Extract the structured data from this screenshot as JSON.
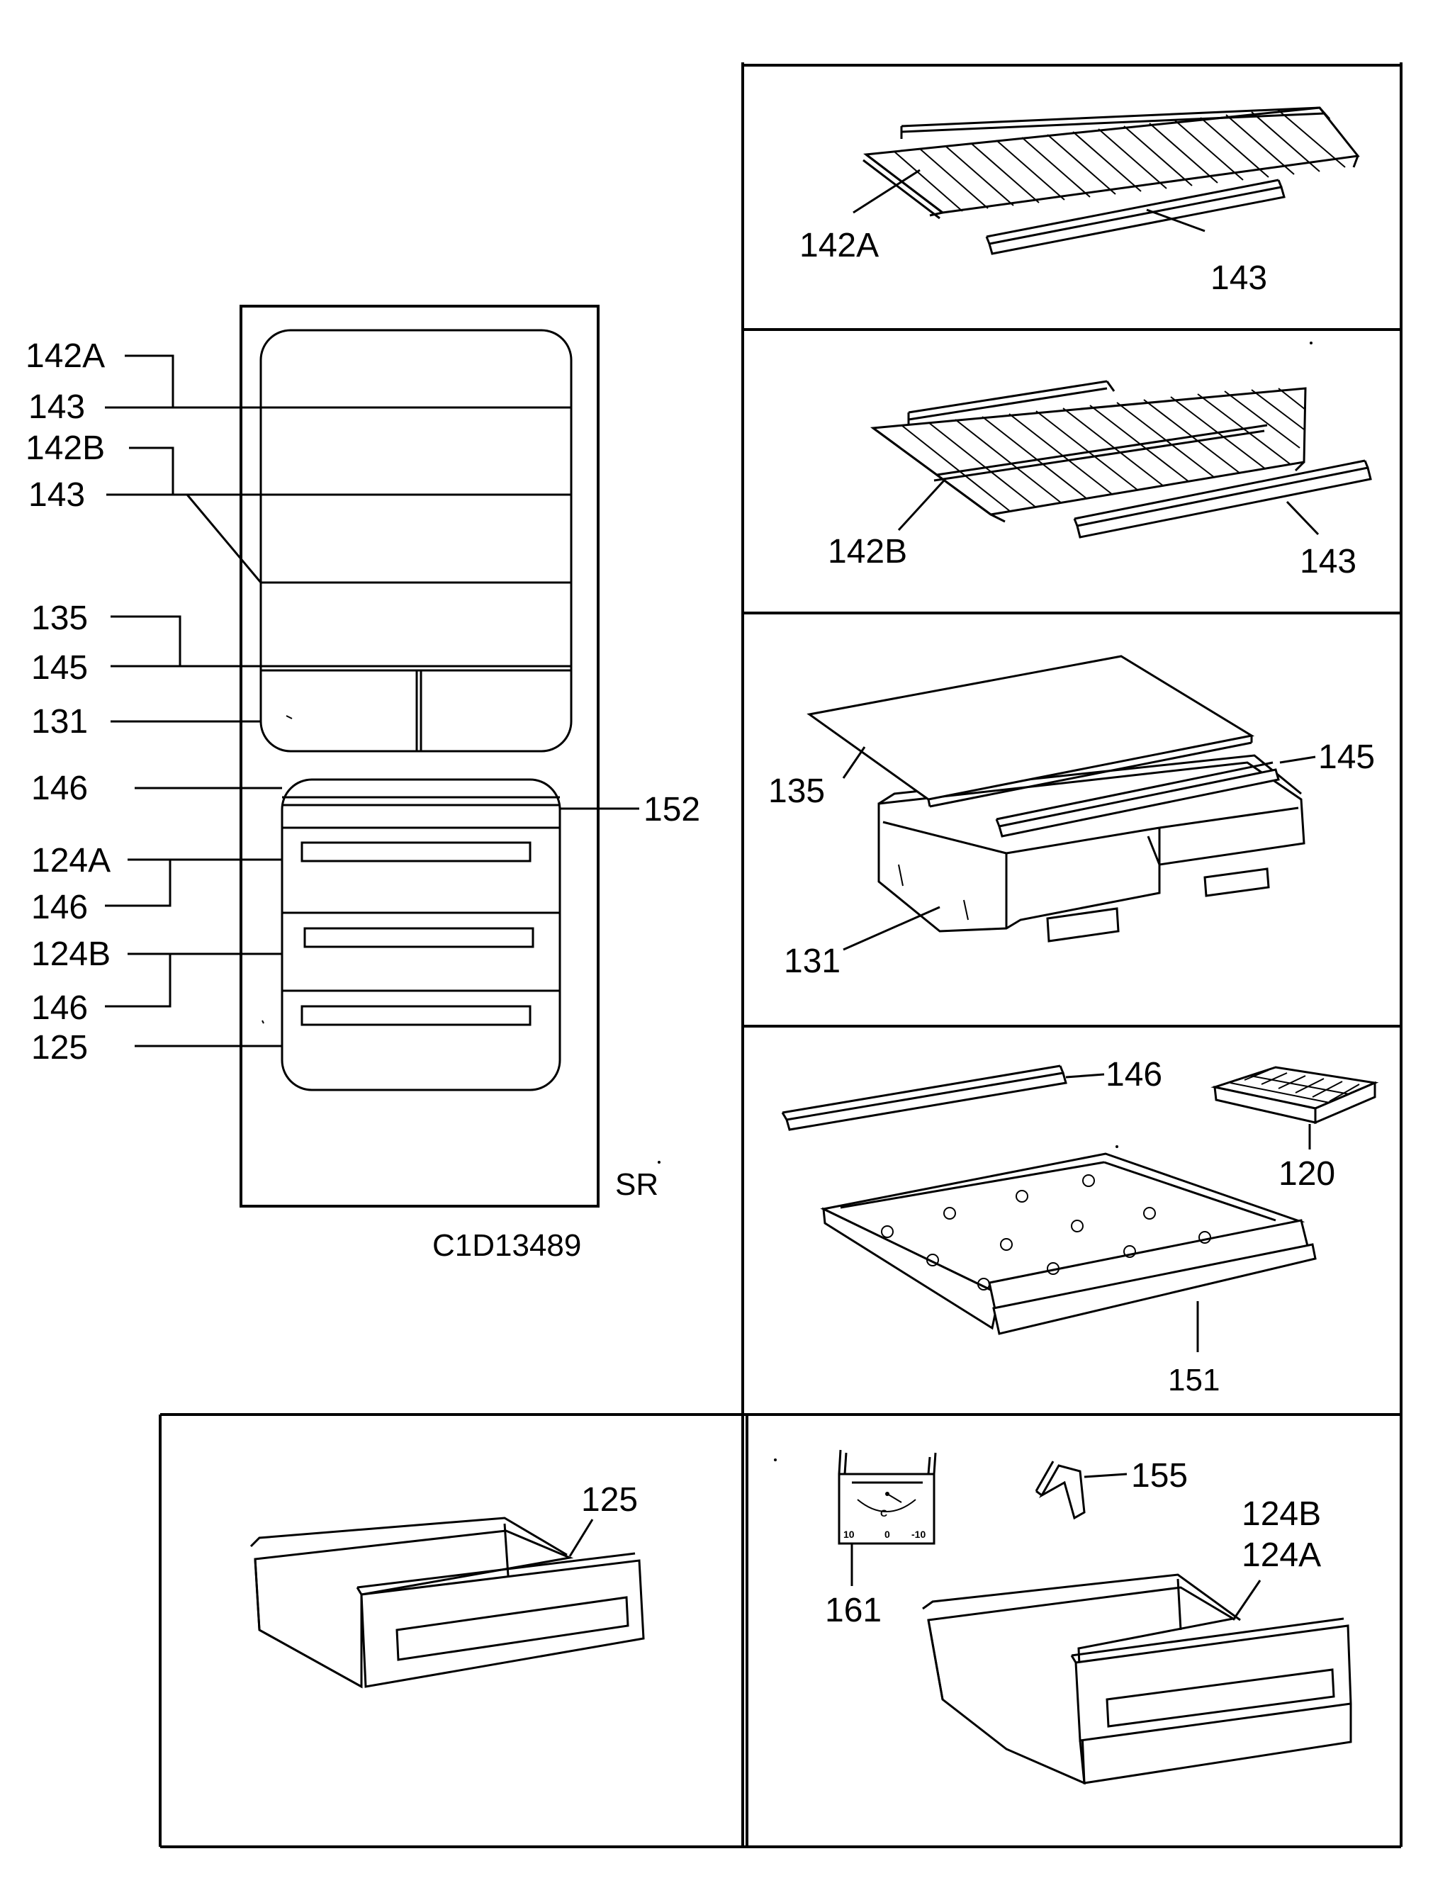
{
  "overview": {
    "left_labels": [
      "142A",
      "143",
      "142B",
      "143",
      "135",
      "145",
      "131",
      "146",
      "124A",
      "146",
      "124B",
      "146",
      "125"
    ],
    "right_label": "152",
    "variant_code": "SR",
    "drawing_code": "C1D13489"
  },
  "panels": {
    "shelf_a": {
      "shelf": "142A",
      "strip": "143"
    },
    "shelf_b": {
      "shelf": "142B",
      "strip": "143"
    },
    "crisper": {
      "cover": "135",
      "strip": "145",
      "bin": "131"
    },
    "freezer": {
      "strip": "146",
      "ice_tray": "120",
      "tray": "151"
    },
    "drawer_125": {
      "drawer": "125"
    },
    "drawer_124": {
      "thermometer": "161",
      "clip": "155",
      "drawer_b": "124B",
      "drawer_a": "124A"
    }
  },
  "thermometer_face": {
    "unit": "C",
    "scale": [
      "10",
      "0",
      "-10"
    ]
  }
}
